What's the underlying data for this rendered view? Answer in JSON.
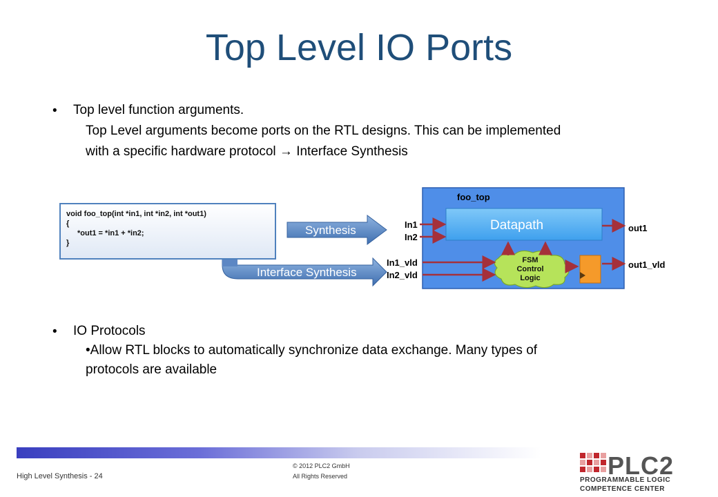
{
  "slide": {
    "title": "Top Level IO Ports",
    "bullet1": {
      "label": "Top level function arguments.",
      "line1": "Top Level arguments become ports on the RTL designs. This can be implemented",
      "line2_pre": "with a specific hardware protocol ",
      "arrow": "→",
      "line2_post": " Interface Synthesis"
    },
    "bullet2": {
      "label": "IO Protocols",
      "line1": "•Allow RTL blocks to automatically synchronize data exchange. Many types of",
      "line2": "protocols are available"
    }
  },
  "diagram": {
    "code": [
      "void foo_top(int *in1, int *in2, int *out1)",
      "{",
      "    *out1 = *in1 + *in2;",
      "}"
    ],
    "synthesis_label": "Synthesis",
    "interface_label": "Interface Synthesis",
    "block_title": "foo_top",
    "datapath_label": "Datapath",
    "fsm_lines": [
      "FSM",
      "Control",
      "Logic"
    ],
    "ports_in": [
      "In1",
      "In2",
      "In1_vld",
      "In2_vld"
    ],
    "ports_out": [
      "out1",
      "out1_vld"
    ],
    "colors": {
      "title": "#1f4e79",
      "block_fill": "#4f8ee8",
      "datapath_fill": "#5fb6f5",
      "fsm_fill": "#b6e35a",
      "reg_fill": "#f59a2a",
      "arrow_red": "#c0392b",
      "banner": "#4f81bd"
    }
  },
  "footer": {
    "left": "High Level Synthesis - 24",
    "copyright": "© 2012 PLC2 GmbH",
    "rights": "All Rights Reserved",
    "logo_name": "PLC2",
    "logo_line1": "PROGRAMMABLE LOGIC",
    "logo_line2": "COMPETENCE CENTER"
  }
}
